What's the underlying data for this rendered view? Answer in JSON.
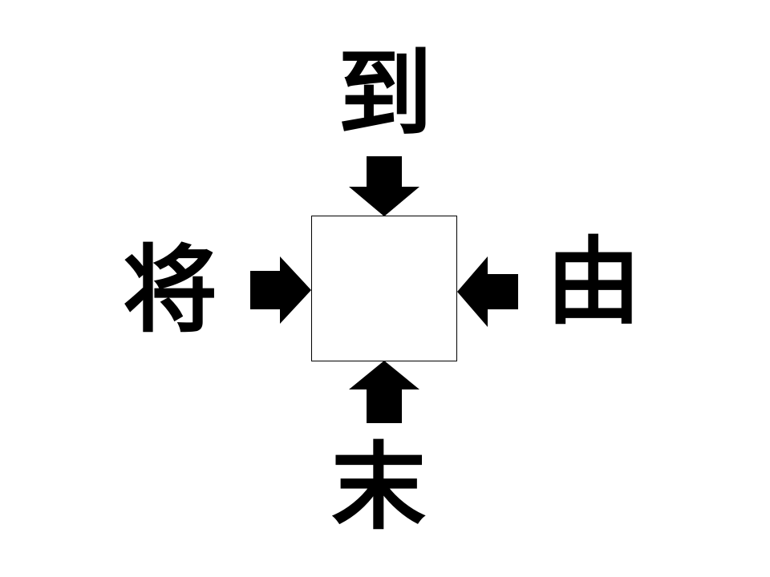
{
  "puzzle": {
    "top_kanji": "到",
    "left_kanji": "将",
    "right_kanji": "由",
    "bottom_kanji": "末",
    "answer_box": ""
  },
  "colors": {
    "ink": "#000000",
    "background": "#ffffff"
  }
}
